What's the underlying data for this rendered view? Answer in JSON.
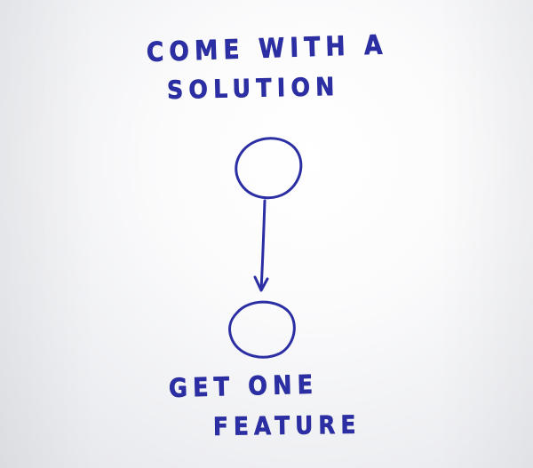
{
  "board": {
    "background": "#f6f6f8",
    "ink_color": "#2c2fa4"
  },
  "labels": {
    "top_line_1": "COME WITH A",
    "top_line_2": "SOLUTION",
    "bottom_line_1": "GET ONE",
    "bottom_line_2": "FEATURE"
  }
}
